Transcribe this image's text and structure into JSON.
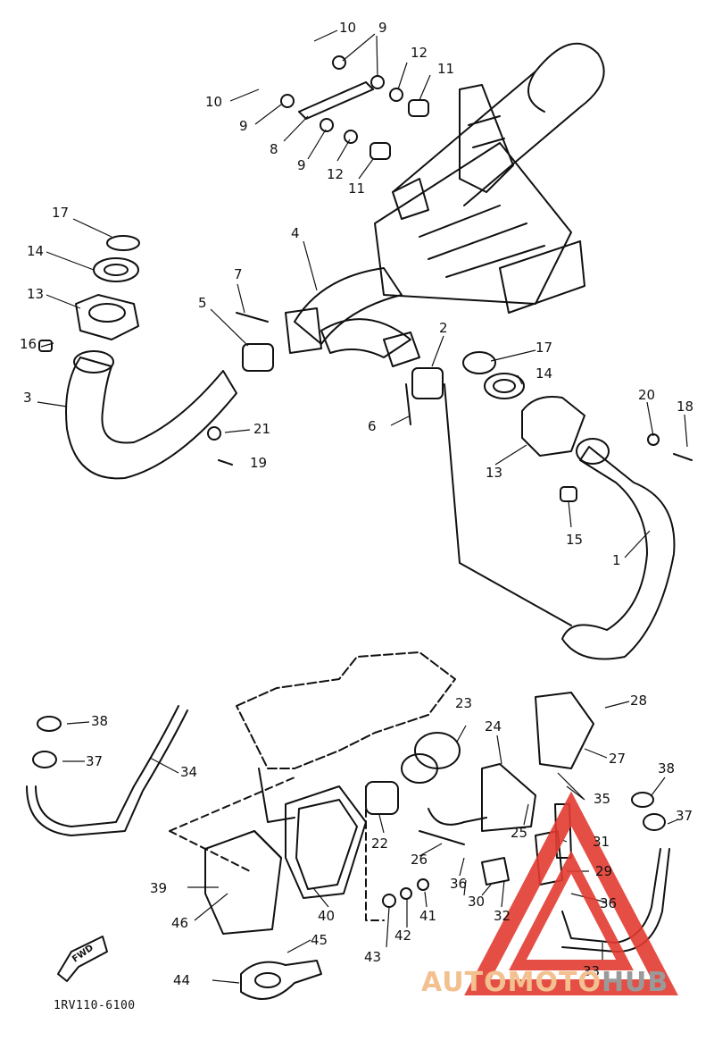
{
  "diagram_code": "1RV110-6100",
  "direction_label": "FWD",
  "watermark": {
    "part1": "AUTO",
    "part2": "MOTO",
    "part3": "HUB",
    "logo_color": "#e23b30",
    "text_color": "#f3c08f",
    "hub_color": "#9a9a9a"
  },
  "callouts": [
    {
      "id": "c10a",
      "label": "10"
    },
    {
      "id": "c9a",
      "label": "9"
    },
    {
      "id": "c12a",
      "label": "12"
    },
    {
      "id": "c11a",
      "label": "11"
    },
    {
      "id": "c10b",
      "label": "10"
    },
    {
      "id": "c9b",
      "label": "9"
    },
    {
      "id": "c8",
      "label": "8"
    },
    {
      "id": "c9c",
      "label": "9"
    },
    {
      "id": "c12b",
      "label": "12"
    },
    {
      "id": "c11b",
      "label": "11"
    },
    {
      "id": "c17a",
      "label": "17"
    },
    {
      "id": "c14a",
      "label": "14"
    },
    {
      "id": "c13a",
      "label": "13"
    },
    {
      "id": "c16",
      "label": "16"
    },
    {
      "id": "c3",
      "label": "3"
    },
    {
      "id": "c7",
      "label": "7"
    },
    {
      "id": "c5",
      "label": "5"
    },
    {
      "id": "c4",
      "label": "4"
    },
    {
      "id": "c2",
      "label": "2"
    },
    {
      "id": "c17b",
      "label": "17"
    },
    {
      "id": "c14b",
      "label": "14"
    },
    {
      "id": "c6",
      "label": "6"
    },
    {
      "id": "c20",
      "label": "20"
    },
    {
      "id": "c18",
      "label": "18"
    },
    {
      "id": "c13b",
      "label": "13"
    },
    {
      "id": "c21",
      "label": "21"
    },
    {
      "id": "c19",
      "label": "19"
    },
    {
      "id": "c15",
      "label": "15"
    },
    {
      "id": "c1",
      "label": "1"
    },
    {
      "id": "c23",
      "label": "23"
    },
    {
      "id": "c28",
      "label": "28"
    },
    {
      "id": "c38a",
      "label": "38"
    },
    {
      "id": "c37a",
      "label": "37"
    },
    {
      "id": "c34",
      "label": "34"
    },
    {
      "id": "c24",
      "label": "24"
    },
    {
      "id": "c27",
      "label": "27"
    },
    {
      "id": "c38b",
      "label": "38"
    },
    {
      "id": "c35",
      "label": "35"
    },
    {
      "id": "c37b",
      "label": "37"
    },
    {
      "id": "c22",
      "label": "22"
    },
    {
      "id": "c25",
      "label": "25"
    },
    {
      "id": "c31",
      "label": "31"
    },
    {
      "id": "c26",
      "label": "26"
    },
    {
      "id": "c29",
      "label": "29"
    },
    {
      "id": "c36a",
      "label": "36"
    },
    {
      "id": "c30",
      "label": "30"
    },
    {
      "id": "c36b",
      "label": "36"
    },
    {
      "id": "c39",
      "label": "39"
    },
    {
      "id": "c46",
      "label": "46"
    },
    {
      "id": "c40",
      "label": "40"
    },
    {
      "id": "c41",
      "label": "41"
    },
    {
      "id": "c42",
      "label": "42"
    },
    {
      "id": "c32",
      "label": "32"
    },
    {
      "id": "c43",
      "label": "43"
    },
    {
      "id": "c45",
      "label": "45"
    },
    {
      "id": "c33",
      "label": "33"
    },
    {
      "id": "c44",
      "label": "44"
    }
  ]
}
